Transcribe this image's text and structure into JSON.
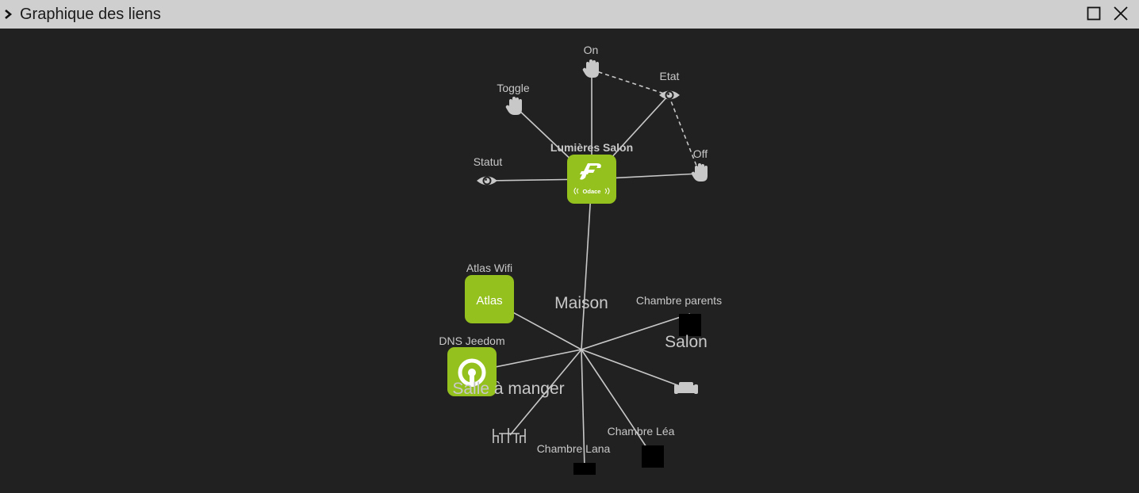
{
  "window": {
    "title": "Graphique des liens",
    "icons": {
      "collapse": "chevron-right-icon",
      "maximize": "maximize-icon",
      "close": "close-icon"
    }
  },
  "nodes": {
    "on": {
      "label": "On",
      "icon": "hand-icon"
    },
    "toggle": {
      "label": "Toggle",
      "icon": "hand-icon"
    },
    "etat": {
      "label": "Etat",
      "icon": "eye-icon"
    },
    "off": {
      "label": "Off",
      "icon": "hand-icon"
    },
    "statut": {
      "label": "Statut",
      "icon": "eye-icon"
    },
    "lumieres_salon": {
      "label": "Lumières Salon",
      "logo_text": "Odace",
      "icon": "odace-plugin-icon"
    },
    "atlas_wifi": {
      "label": "Atlas Wifi",
      "logo_text": "Atlas"
    },
    "dns_jeedom": {
      "label": "DNS Jeedom",
      "icon": "dns-plugin-icon"
    },
    "maison": {
      "label": "Maison"
    },
    "chambre_parents": {
      "label": "Chambre parents"
    },
    "salon": {
      "label": "Salon",
      "icon": "sofa-icon"
    },
    "salle_a_manger": {
      "label": "Salle à manger",
      "icon": "dining-table-icon"
    },
    "chambre_lea": {
      "label": "Chambre Léa"
    },
    "chambre_lana": {
      "label": "Chambre Lana"
    }
  },
  "colors": {
    "background": "#212121",
    "titlebar": "#cfcfcf",
    "link": "#c8c8c8",
    "plugin_green": "#95c11f",
    "label": "#c8c8c8"
  }
}
